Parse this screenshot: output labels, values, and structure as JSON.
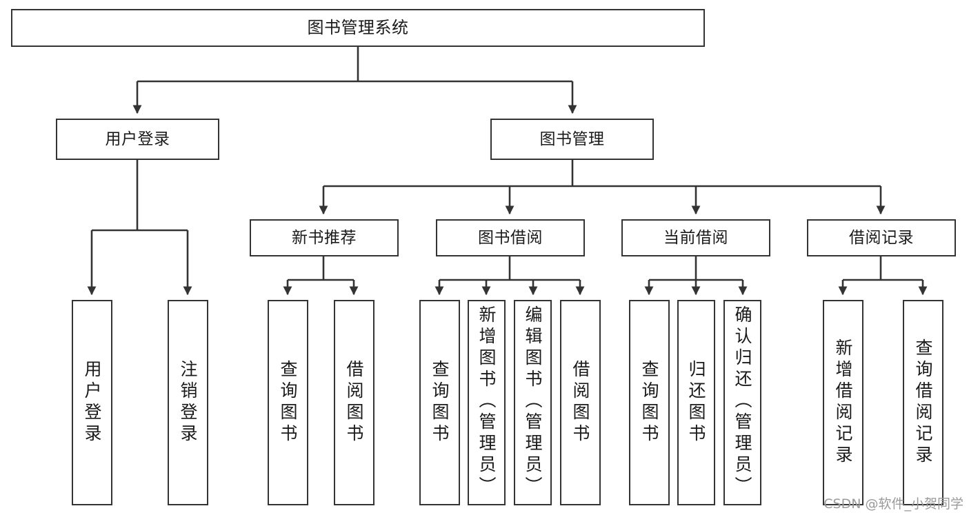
{
  "diagram": {
    "type": "tree",
    "title": "图书管理系统",
    "watermark": "CSDN @软件_小贺同学",
    "colors": {
      "box_border": "#333333",
      "box_fill": "#ffffff",
      "edge": "#333333",
      "text": "#1a1a1a",
      "watermark": "#9a9a9a",
      "background": "#ffffff"
    },
    "nodes": {
      "root": {
        "label": "图书管理系统"
      },
      "level2": [
        {
          "id": "user-login",
          "label": "用户登录"
        },
        {
          "id": "book-manage",
          "label": "图书管理"
        }
      ],
      "level3": [
        {
          "id": "new-book-recommend",
          "label": "新书推荐"
        },
        {
          "id": "book-borrow",
          "label": "图书借阅"
        },
        {
          "id": "current-borrow",
          "label": "当前借阅"
        },
        {
          "id": "borrow-record",
          "label": "借阅记录"
        }
      ],
      "leaves": {
        "user_login": [
          {
            "id": "leaf-user-login",
            "label": "用户登录"
          },
          {
            "id": "leaf-logout",
            "label": "注销登录"
          }
        ],
        "new_book_recommend": [
          {
            "id": "leaf-query-book-1",
            "label": "查询图书"
          },
          {
            "id": "leaf-borrow-book-1",
            "label": "借阅图书"
          }
        ],
        "book_borrow": [
          {
            "id": "leaf-query-book-2",
            "label": "查询图书"
          },
          {
            "id": "leaf-add-book",
            "label": "新增图书（管理员）"
          },
          {
            "id": "leaf-edit-book",
            "label": "编辑图书（管理员）"
          },
          {
            "id": "leaf-borrow-book-2",
            "label": "借阅图书"
          }
        ],
        "current_borrow": [
          {
            "id": "leaf-query-book-3",
            "label": "查询图书"
          },
          {
            "id": "leaf-return-book",
            "label": "归还图书"
          },
          {
            "id": "leaf-confirm-return",
            "label": "确认归还（管理员）"
          }
        ],
        "borrow_record": [
          {
            "id": "leaf-add-record",
            "label": "新增借阅记录"
          },
          {
            "id": "leaf-query-record",
            "label": "查询借阅记录"
          }
        ]
      }
    }
  }
}
